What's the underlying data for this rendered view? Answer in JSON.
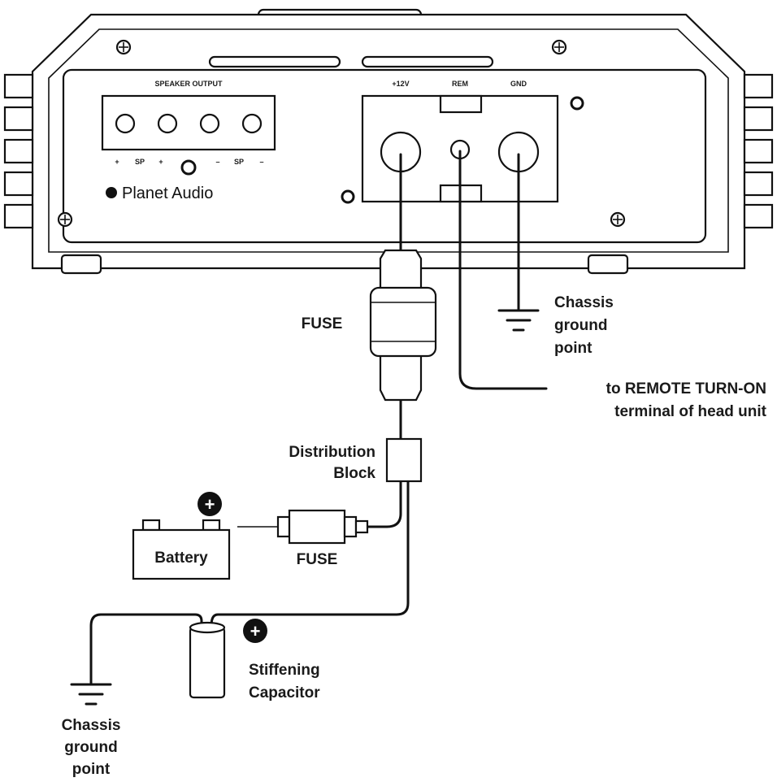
{
  "amplifier": {
    "speaker_output_label": "SPEAKER OUTPUT",
    "speaker_terminal_marks": [
      "+",
      "SP",
      "+",
      "–",
      "SP",
      "–"
    ],
    "brand": "Planet Audio",
    "power_terminal_labels": [
      "+12V",
      "REM",
      "GND"
    ]
  },
  "labels": {
    "fuse_top": "FUSE",
    "chassis_ground_right": [
      "Chassis",
      "ground",
      "point"
    ],
    "remote_turn_on": [
      "to REMOTE TURN-ON",
      "terminal of head unit"
    ],
    "distribution_block": [
      "Distribution",
      "Block"
    ],
    "battery": "Battery",
    "fuse_bottom": "FUSE",
    "stiffening_capacitor": [
      "Stiffening",
      "Capacitor"
    ],
    "chassis_ground_left": [
      "Chassis",
      "ground",
      "point"
    ],
    "positive_symbol": "+"
  }
}
